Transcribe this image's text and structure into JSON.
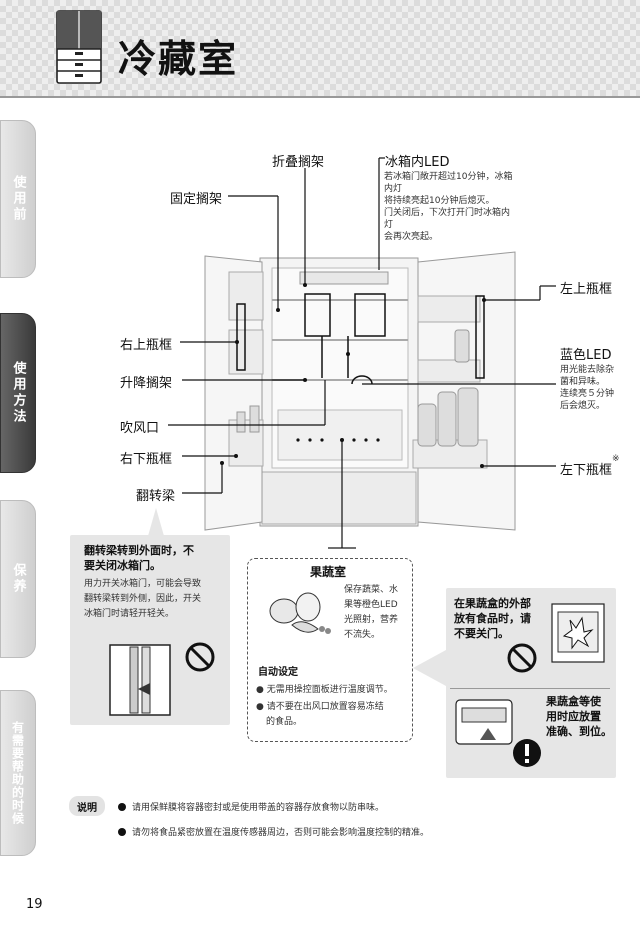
{
  "header": {
    "title": "冷藏室"
  },
  "side_tabs": [
    {
      "label": "使用前",
      "active": false
    },
    {
      "label": "使用方法",
      "active": true
    },
    {
      "label": "保养",
      "active": false
    },
    {
      "label": "有需要帮助的时候",
      "active": false
    }
  ],
  "labels": {
    "folding_shelf": "折叠搁架",
    "fridge_led": "冰箱内LED",
    "fixed_shelf": "固定搁架",
    "right_upper_bin": "右上瓶框",
    "lift_shelf": "升降搁架",
    "air_outlet": "吹风口",
    "right_lower_bin": "右下瓶框",
    "flip_beam": "翻转梁",
    "left_upper_bin": "左上瓶框",
    "blue_led": "蓝色LED",
    "left_lower_bin": "左下瓶框",
    "left_lower_bin_mark": "※"
  },
  "led_description": [
    "若冰箱门敞开超过10分钟，冰箱内灯",
    "将持续亮起10分钟后熄灭。",
    "门关闭后，下次打开门时冰箱内灯",
    "会再次亮起。"
  ],
  "blue_led_description": [
    "用光能去除杂",
    "菌和异味。",
    "连续亮５分钟",
    "后会熄灭。"
  ],
  "flip_beam_box": {
    "title": [
      "翻转梁转到外面时，不",
      "要关闭冰箱门。"
    ],
    "text": [
      "用力开关冰箱门，可能会导致",
      "翻转梁转到外侧，因此，开关",
      "冰箱门时请轻开轻关。"
    ]
  },
  "vegetable_box": {
    "title": "果蔬室",
    "text": [
      "保存蔬菜、水",
      "果等橙色LED",
      "光照射，营养",
      "不流失。"
    ],
    "auto_title": "自动设定",
    "bullets": [
      "无需用操控面板进行温度调节。",
      "请不要在出风口放置容易冻结",
      "的食品。"
    ]
  },
  "right_box": {
    "warning_title": [
      "在果蔬盒的外部",
      "放有食品时，请",
      "不要关门。"
    ],
    "instruction_title": [
      "果蔬盒等使",
      "用时应放置",
      "准确、到位。"
    ]
  },
  "notes": {
    "label": "说明",
    "items": [
      "请用保鲜膜将容器密封或是使用带盖的容器存放食物以防串味。",
      "请勿将食品紧密放置在温度传感器周边，否则可能会影响温度控制的精准。"
    ]
  },
  "page_number": "19"
}
